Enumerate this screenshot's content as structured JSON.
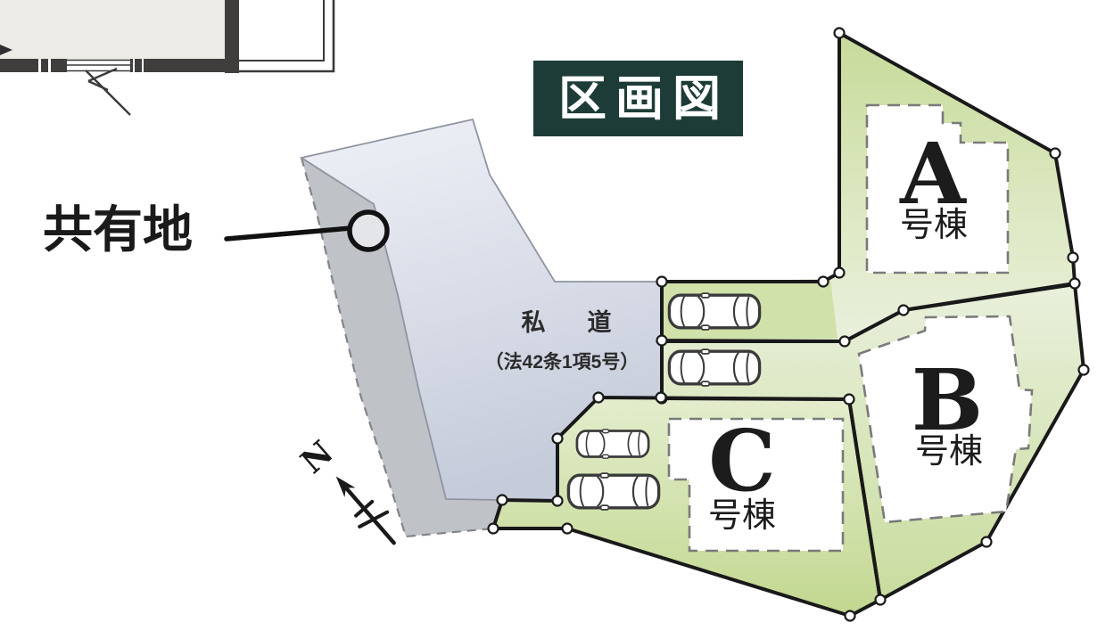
{
  "title": "区画図",
  "labels": {
    "shared_land": "共有地",
    "road_name": "私　道",
    "road_law": "（法42条1項5号）"
  },
  "lots": [
    {
      "id": "A",
      "letter": "A",
      "suffix": "号棟"
    },
    {
      "id": "B",
      "letter": "B",
      "suffix": "号棟"
    },
    {
      "id": "C",
      "letter": "C",
      "suffix": "号棟"
    }
  ],
  "compass": {
    "north": "N"
  },
  "icons": [
    "car-icon",
    "north-arrow-icon",
    "shared-land-marker"
  ],
  "counts": {
    "cars": 4,
    "lots": 3
  },
  "colors": {
    "title_bg": "#1e3c37",
    "title_text": "#ffffff",
    "road_light": "#eef0f6",
    "road_dark": "#c5cbda",
    "shared_land_gray": "#bfc2c7",
    "lot_green_light": "#e9f0dc",
    "lot_green_dark": "#c7da99",
    "outline_black": "#191919"
  }
}
